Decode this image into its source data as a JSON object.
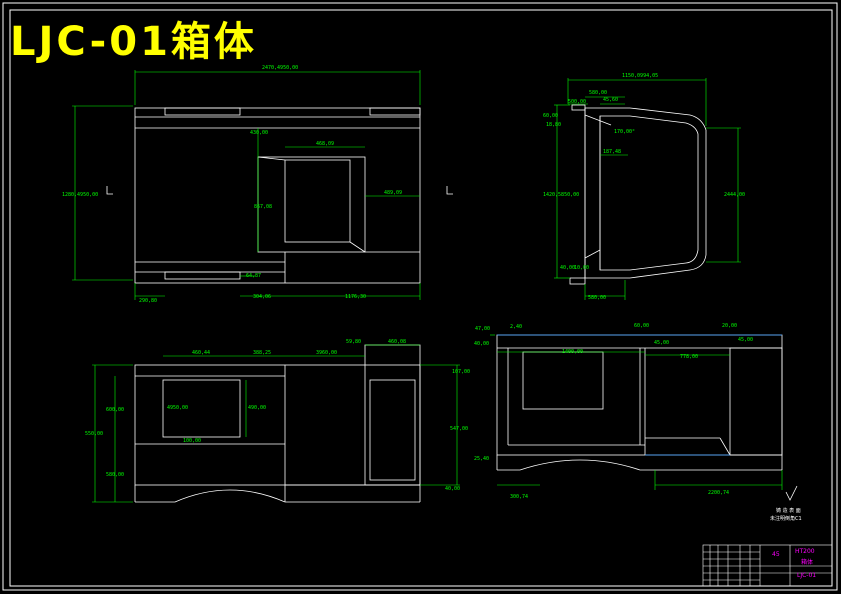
{
  "title": "LJC-01箱体",
  "colors": {
    "background": "#000000",
    "frame": "#ffffff",
    "title": "#ffff00",
    "dimension": "#00ff00",
    "titleblock": "#ff00ff",
    "line": "#ffffff"
  },
  "views": {
    "front": {
      "dims": {
        "total_width": "2470,4950,00",
        "height_left": "1280,4950,00",
        "inner_width": "430,00",
        "window_width": "468,09",
        "window_height": "867,08",
        "right_offset": "489,09",
        "bottom_left": "290,80",
        "bottom_gap": "64,87",
        "bottom_mid": "304,06",
        "bottom_right": "1176,30"
      }
    },
    "side": {
      "dims": {
        "top_width": "1150,0994,05",
        "top_inner": "580,00",
        "top_left": "500,00",
        "top_small": "45,60",
        "left_a": "60,00",
        "left_b": "18,80",
        "angle": "170,00°",
        "inner_depth": "187,48",
        "height_left": "1420,5850,00",
        "height_right": "2444,00",
        "bottom_left": "40,00",
        "bottom_small": "10,00",
        "bottom_width": "580,00"
      }
    },
    "bottom_left": {
      "dims": {
        "w1": "460,44",
        "w2": "388,25",
        "w3": "3960,00",
        "w4": "59,80",
        "w5": "460,08",
        "h_total": "550,00",
        "h_upper": "600,00",
        "h_lower": "580,00",
        "window_w": "4950,00",
        "window_h": "490,00",
        "small": "100,00",
        "right_top": "107,00",
        "right_mid": "547,00",
        "right_bottom": "40,00"
      }
    },
    "bottom_right": {
      "dims": {
        "a": "47,00",
        "b": "2,40",
        "c": "40,00",
        "d": "60,00",
        "e": "20,00",
        "f": "45,00",
        "g": "1400,00",
        "h": "45,00",
        "i": "778,00",
        "j": "25,40",
        "k": "300,74",
        "l": "2200,74"
      }
    }
  },
  "roughness": {
    "label": "铸 造 表 面",
    "note": "未注明倒角C1"
  },
  "titleblock": {
    "material": "45",
    "drawing_no": "LJC-01",
    "part_name": "箱体",
    "code": "HT200"
  }
}
